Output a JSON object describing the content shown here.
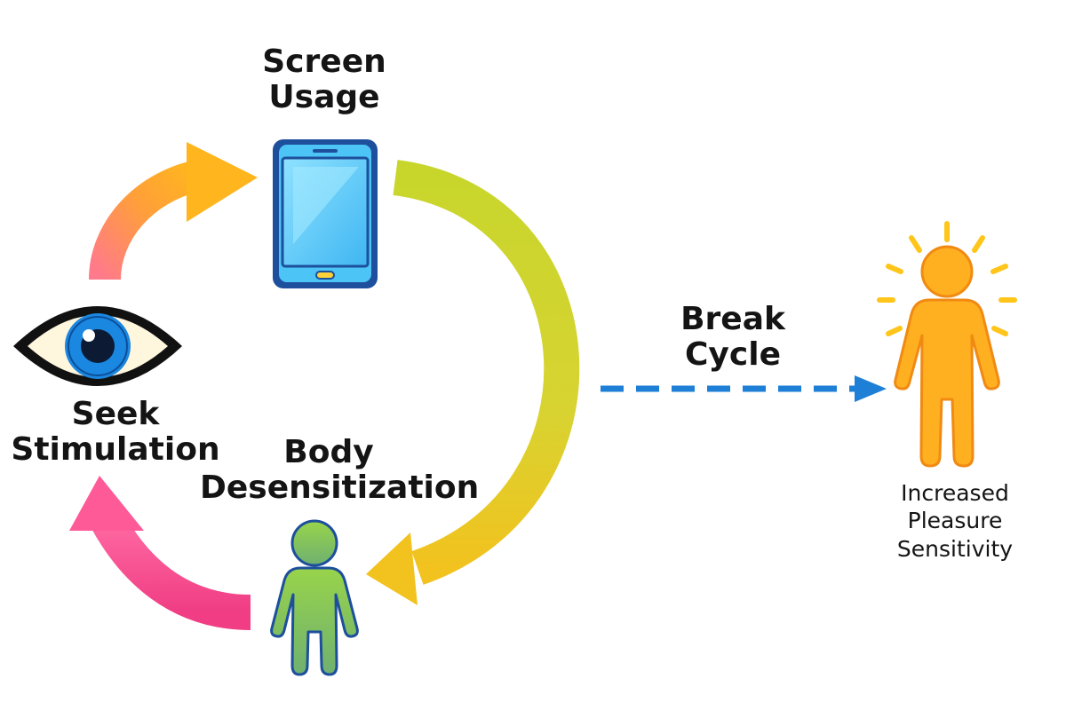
{
  "nodes": {
    "screen_usage": {
      "label": "Screen\nUsage",
      "icon": "smartphone-icon"
    },
    "seek_stimulation": {
      "label": "Seek\nStimulation",
      "icon": "eye-icon"
    },
    "body_desensitization": {
      "label": "Body\nDesensitization",
      "icon": "person-icon"
    },
    "break_cycle": {
      "label": "Break\nCycle"
    },
    "increased_pleasure": {
      "label": "Increased\nPleasure\nSensitivity",
      "icon": "radiant-person-icon"
    }
  },
  "edges": [
    {
      "from": "seek_stimulation",
      "to": "screen_usage",
      "style": "solid",
      "color": "#ff8a2a"
    },
    {
      "from": "screen_usage",
      "to": "body_desensitization",
      "style": "solid",
      "color": "#c8d62c"
    },
    {
      "from": "body_desensitization",
      "to": "seek_stimulation",
      "style": "solid",
      "color": "#f0508e"
    },
    {
      "from": "body_desensitization",
      "to": "increased_pleasure",
      "style": "dashed",
      "color": "#1e7fd6"
    }
  ],
  "colors": {
    "phone_fill": "#4cc4f5",
    "phone_frame": "#1d4f9c",
    "eye_iris": "#1a87e0",
    "person_green": "#8fd14f",
    "person_orange": "#ffb020",
    "dashed_arrow": "#1e7fd6"
  }
}
